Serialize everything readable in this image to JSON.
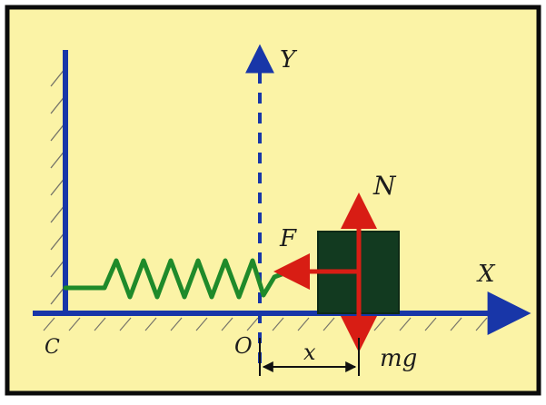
{
  "diagram": {
    "labels": {
      "y_axis": "Y",
      "x_axis": "X",
      "normal_force": "N",
      "spring_force": "F",
      "gravity": "mg",
      "origin": "O",
      "displacement": "x",
      "wall_point": "C"
    },
    "colors": {
      "background": "#fbf3a6",
      "border": "#0b0b0b",
      "axis": "#1836a8",
      "spring": "#1f8a2a",
      "block": "#123a20",
      "force": "#d81d14",
      "text": "#1c1c1c"
    }
  }
}
